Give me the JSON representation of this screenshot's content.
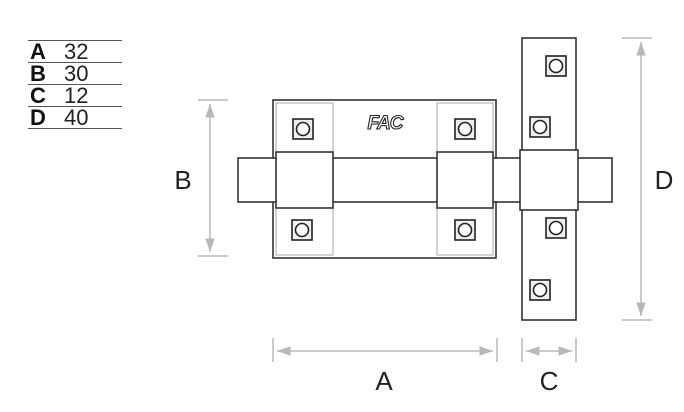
{
  "legend": [
    {
      "letter": "A",
      "value": "32"
    },
    {
      "letter": "B",
      "value": "30"
    },
    {
      "letter": "C",
      "value": "12"
    },
    {
      "letter": "D",
      "value": "40"
    }
  ],
  "dimensions": {
    "a": "A",
    "b": "B",
    "c": "C",
    "d": "D"
  },
  "logo_text": "FAC",
  "colors": {
    "line": "#333333",
    "dim_line": "#b8b8b8",
    "screw_fill": "#efefef"
  }
}
